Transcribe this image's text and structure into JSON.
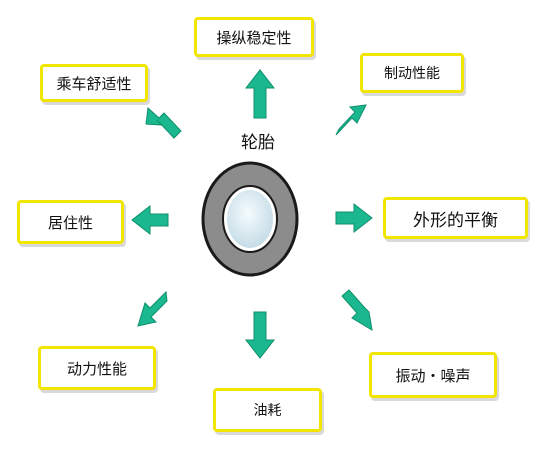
{
  "center": {
    "label": "轮胎"
  },
  "nodes": {
    "top": "操纵稳定性",
    "top_left": "乘车舒适性",
    "top_right": "制动性能",
    "left": "居住性",
    "right": "外形的平衡",
    "bottom_left": "动力性能",
    "bottom": "油耗",
    "bottom_right": "振动・噪声"
  },
  "colors": {
    "arrow": "#1bb890",
    "box_border": "#f2e600",
    "tire_outer": "#8c8c8c",
    "tire_inner": "#d8e8ef"
  }
}
